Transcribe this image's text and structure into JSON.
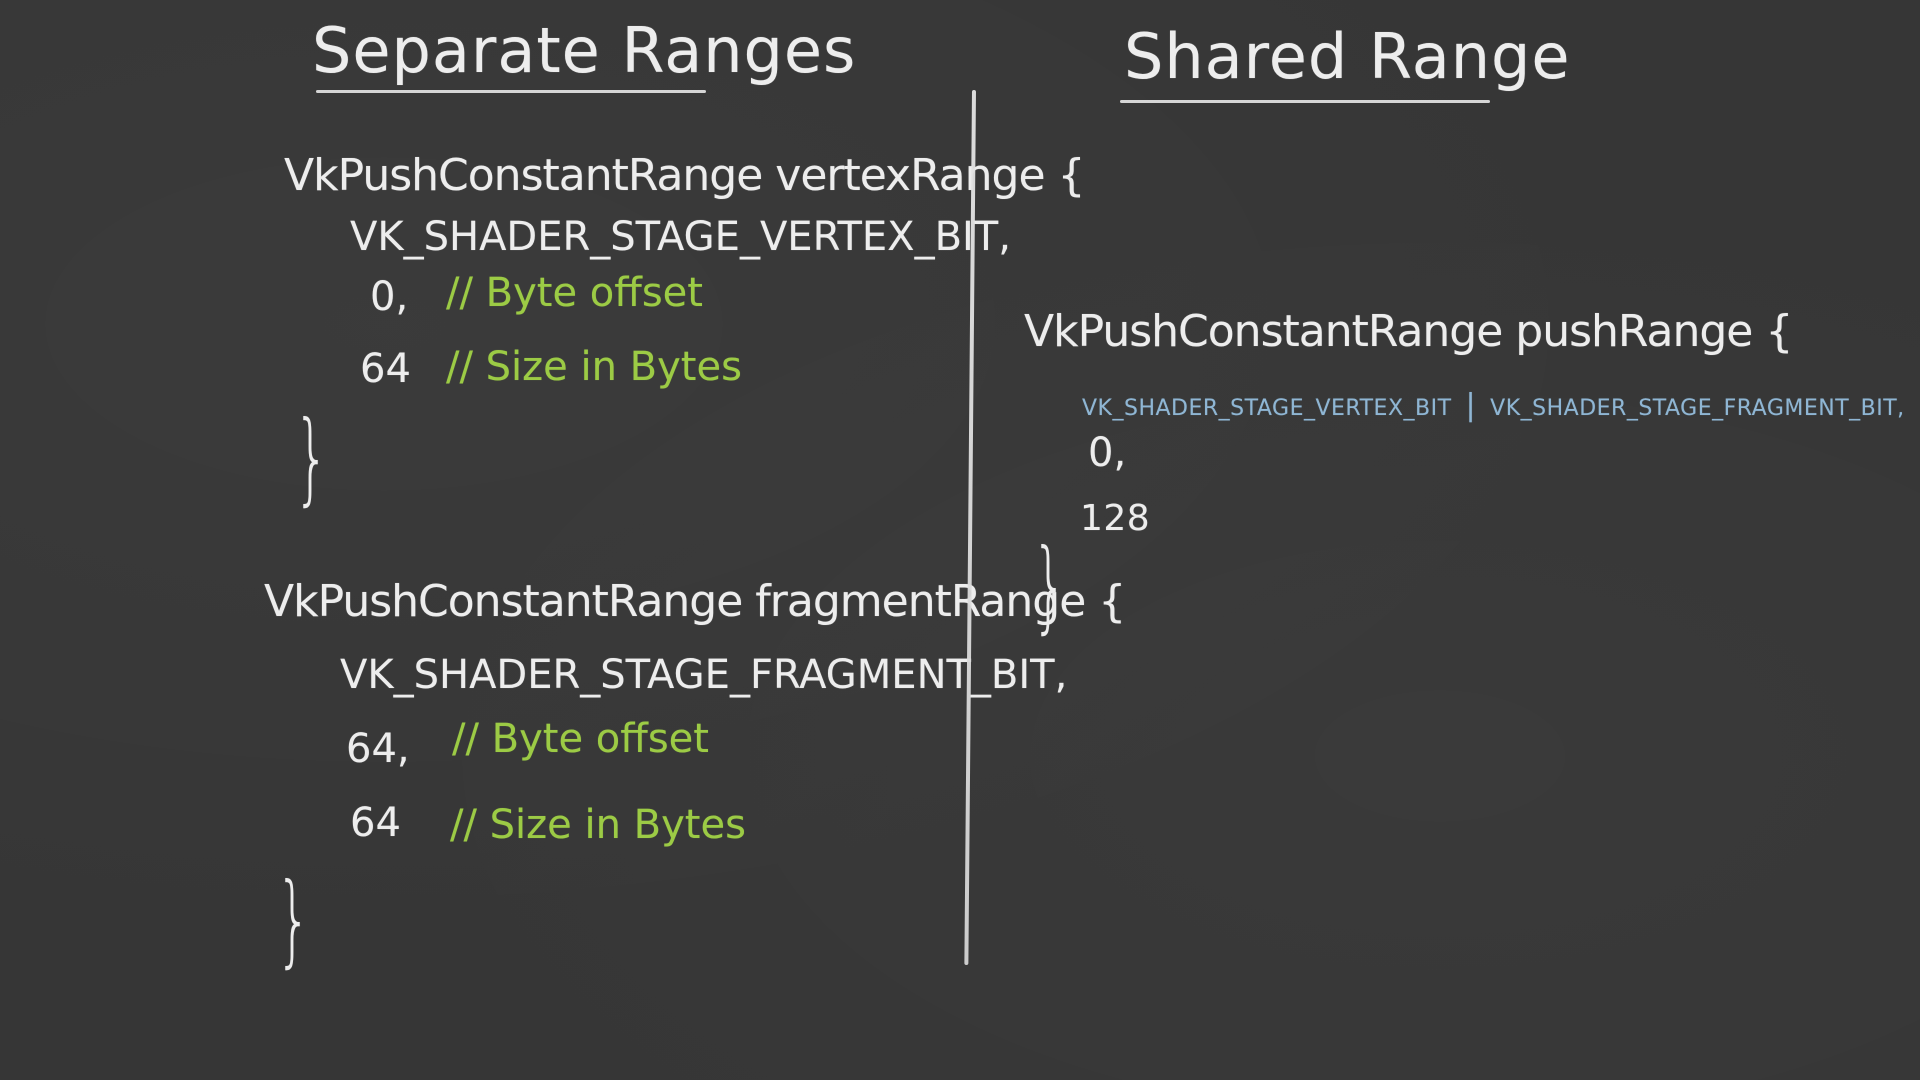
{
  "left": {
    "heading": "Separate Ranges",
    "vertex_range": {
      "declaration": "VkPushConstantRange vertexRange {",
      "stage": "VK_SHADER_STAGE_VERTEX_BIT,",
      "offset_value": "0,",
      "offset_comment": "// Byte offset",
      "size_value": "64",
      "size_comment": "// Size in Bytes",
      "close_brace": "}"
    },
    "fragment_range": {
      "declaration": "VkPushConstantRange fragmentRange {",
      "stage": "VK_SHADER_STAGE_FRAGMENT_BIT,",
      "offset_value": "64,",
      "offset_comment": "// Byte offset",
      "size_value": "64",
      "size_comment": "// Size in Bytes",
      "close_brace": "}"
    }
  },
  "right": {
    "heading": "Shared Range",
    "push_range": {
      "declaration": "VkPushConstantRange pushRange {",
      "stage_vertex": "VK_SHADER_STAGE_VERTEX_BIT",
      "stage_separator": "|",
      "stage_fragment": "VK_SHADER_STAGE_FRAGMENT_BIT,",
      "offset_value": "0,",
      "size_value": "128",
      "close_brace": "}"
    }
  },
  "colors": {
    "board": "#363636",
    "chalk": "#ededed",
    "comment": "#9ccb45",
    "stage_flags": "#8fb6d4"
  }
}
